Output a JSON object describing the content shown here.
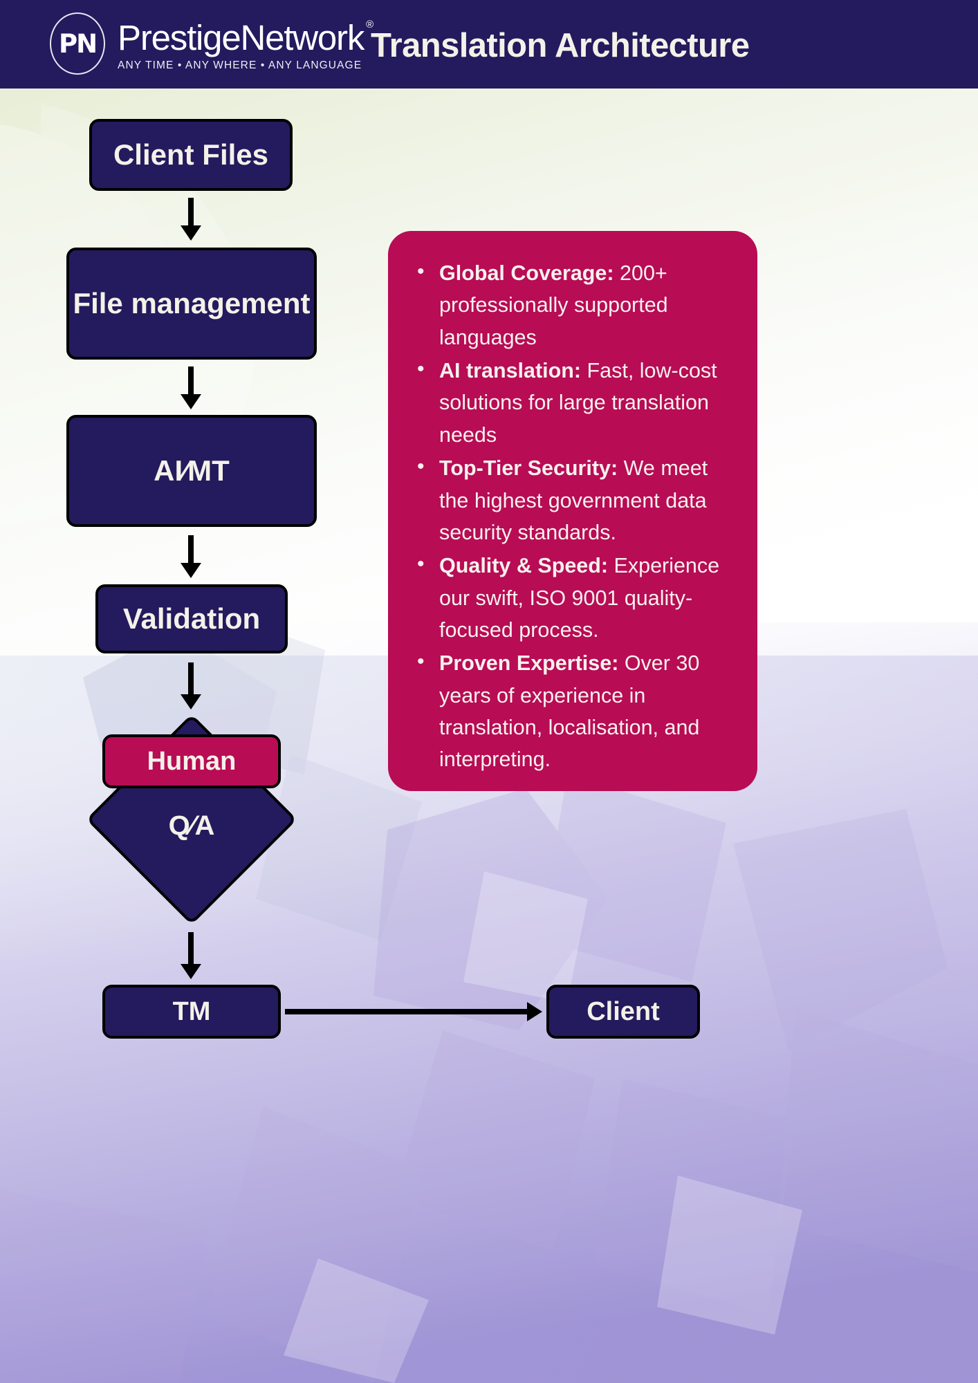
{
  "header": {
    "logo_initials": "PN",
    "logo_name": "PrestigeNetwork",
    "logo_registered": "®",
    "logo_tagline": "ANY TIME • ANY WHERE • ANY LANGUAGE",
    "title": "Translation Architecture",
    "bar_color": "#241a5e"
  },
  "colors": {
    "navy": "#241a5e",
    "crimson": "#b80c55",
    "cream": "#f4f1e8",
    "outline": "#000000"
  },
  "flow": {
    "nodes": [
      {
        "id": "client-files",
        "label": "Client Files",
        "shape": "rounded-rect",
        "fill": "#241a5e"
      },
      {
        "id": "file-management",
        "label": "File management",
        "shape": "rounded-rect",
        "fill": "#241a5e"
      },
      {
        "id": "ai-mt",
        "label": "AI∕MT",
        "shape": "rounded-rect",
        "fill": "#241a5e"
      },
      {
        "id": "validation",
        "label": "Validation",
        "shape": "rounded-rect",
        "fill": "#241a5e"
      },
      {
        "id": "human",
        "label": "Human",
        "shape": "rounded-rect",
        "fill": "#b80c55"
      },
      {
        "id": "qa",
        "label": "Q∕A",
        "shape": "diamond",
        "fill": "#241a5e"
      },
      {
        "id": "tm",
        "label": "TM",
        "shape": "rounded-rect",
        "fill": "#241a5e"
      },
      {
        "id": "client",
        "label": "Client",
        "shape": "rounded-rect",
        "fill": "#241a5e"
      }
    ],
    "connections": [
      {
        "from": "client-files",
        "to": "file-management",
        "direction": "down"
      },
      {
        "from": "file-management",
        "to": "ai-mt",
        "direction": "down"
      },
      {
        "from": "ai-mt",
        "to": "validation",
        "direction": "down"
      },
      {
        "from": "validation",
        "to": "qa",
        "direction": "down"
      },
      {
        "from": "qa",
        "to": "tm",
        "direction": "down"
      },
      {
        "from": "tm",
        "to": "client",
        "direction": "right"
      }
    ]
  },
  "panel": {
    "bullets": [
      {
        "lead": "Global Coverage:",
        "text": " 200+ professionally supported languages"
      },
      {
        "lead": "AI translation:",
        "text": " Fast, low-cost solutions for large translation needs"
      },
      {
        "lead": "Top-Tier Security:",
        "text": " We meet the highest government data security standards."
      },
      {
        "lead": "Quality & Speed:",
        "text": " Experience our swift, ISO 9001 quality-focused process."
      },
      {
        "lead": "Proven Expertise:",
        "text": " Over 30 years of experience in translation, localisation, and interpreting."
      }
    ]
  }
}
